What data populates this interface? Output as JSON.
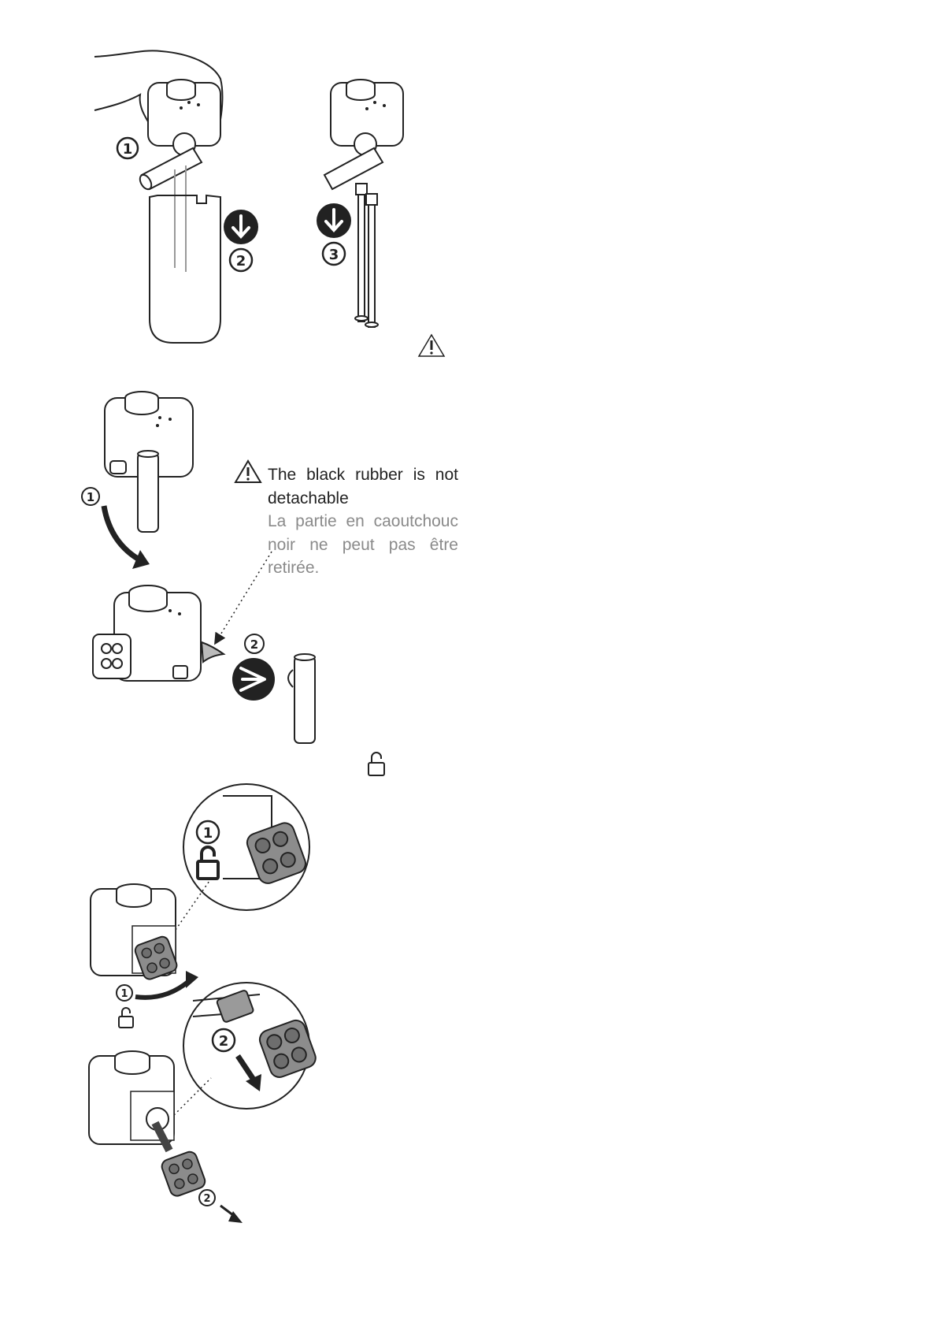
{
  "warning": {
    "text_en": "The black rubber is not detachable",
    "text_fr": "La partie en caoutchouc noir ne peut pas être retirée."
  },
  "steps": {
    "fig1_step1": "1",
    "fig1_step2": "2",
    "fig1_step3": "3",
    "fig2_step1": "1",
    "fig2_step2": "2",
    "fig3_zoom1": "1",
    "fig3_step1": "1",
    "fig3_zoom2": "2",
    "fig3_step2": "2"
  },
  "icons": [
    "warning-triangle-icon",
    "unlock-padlock-icon",
    "down-arrow-icon",
    "push-arrow-icon",
    "rotate-arrow-icon"
  ],
  "colors": {
    "ink": "#222222",
    "part_gray": "#8c8c8c",
    "dark_gray": "#6e6e6e",
    "fr_text": "#8a8a8a"
  }
}
